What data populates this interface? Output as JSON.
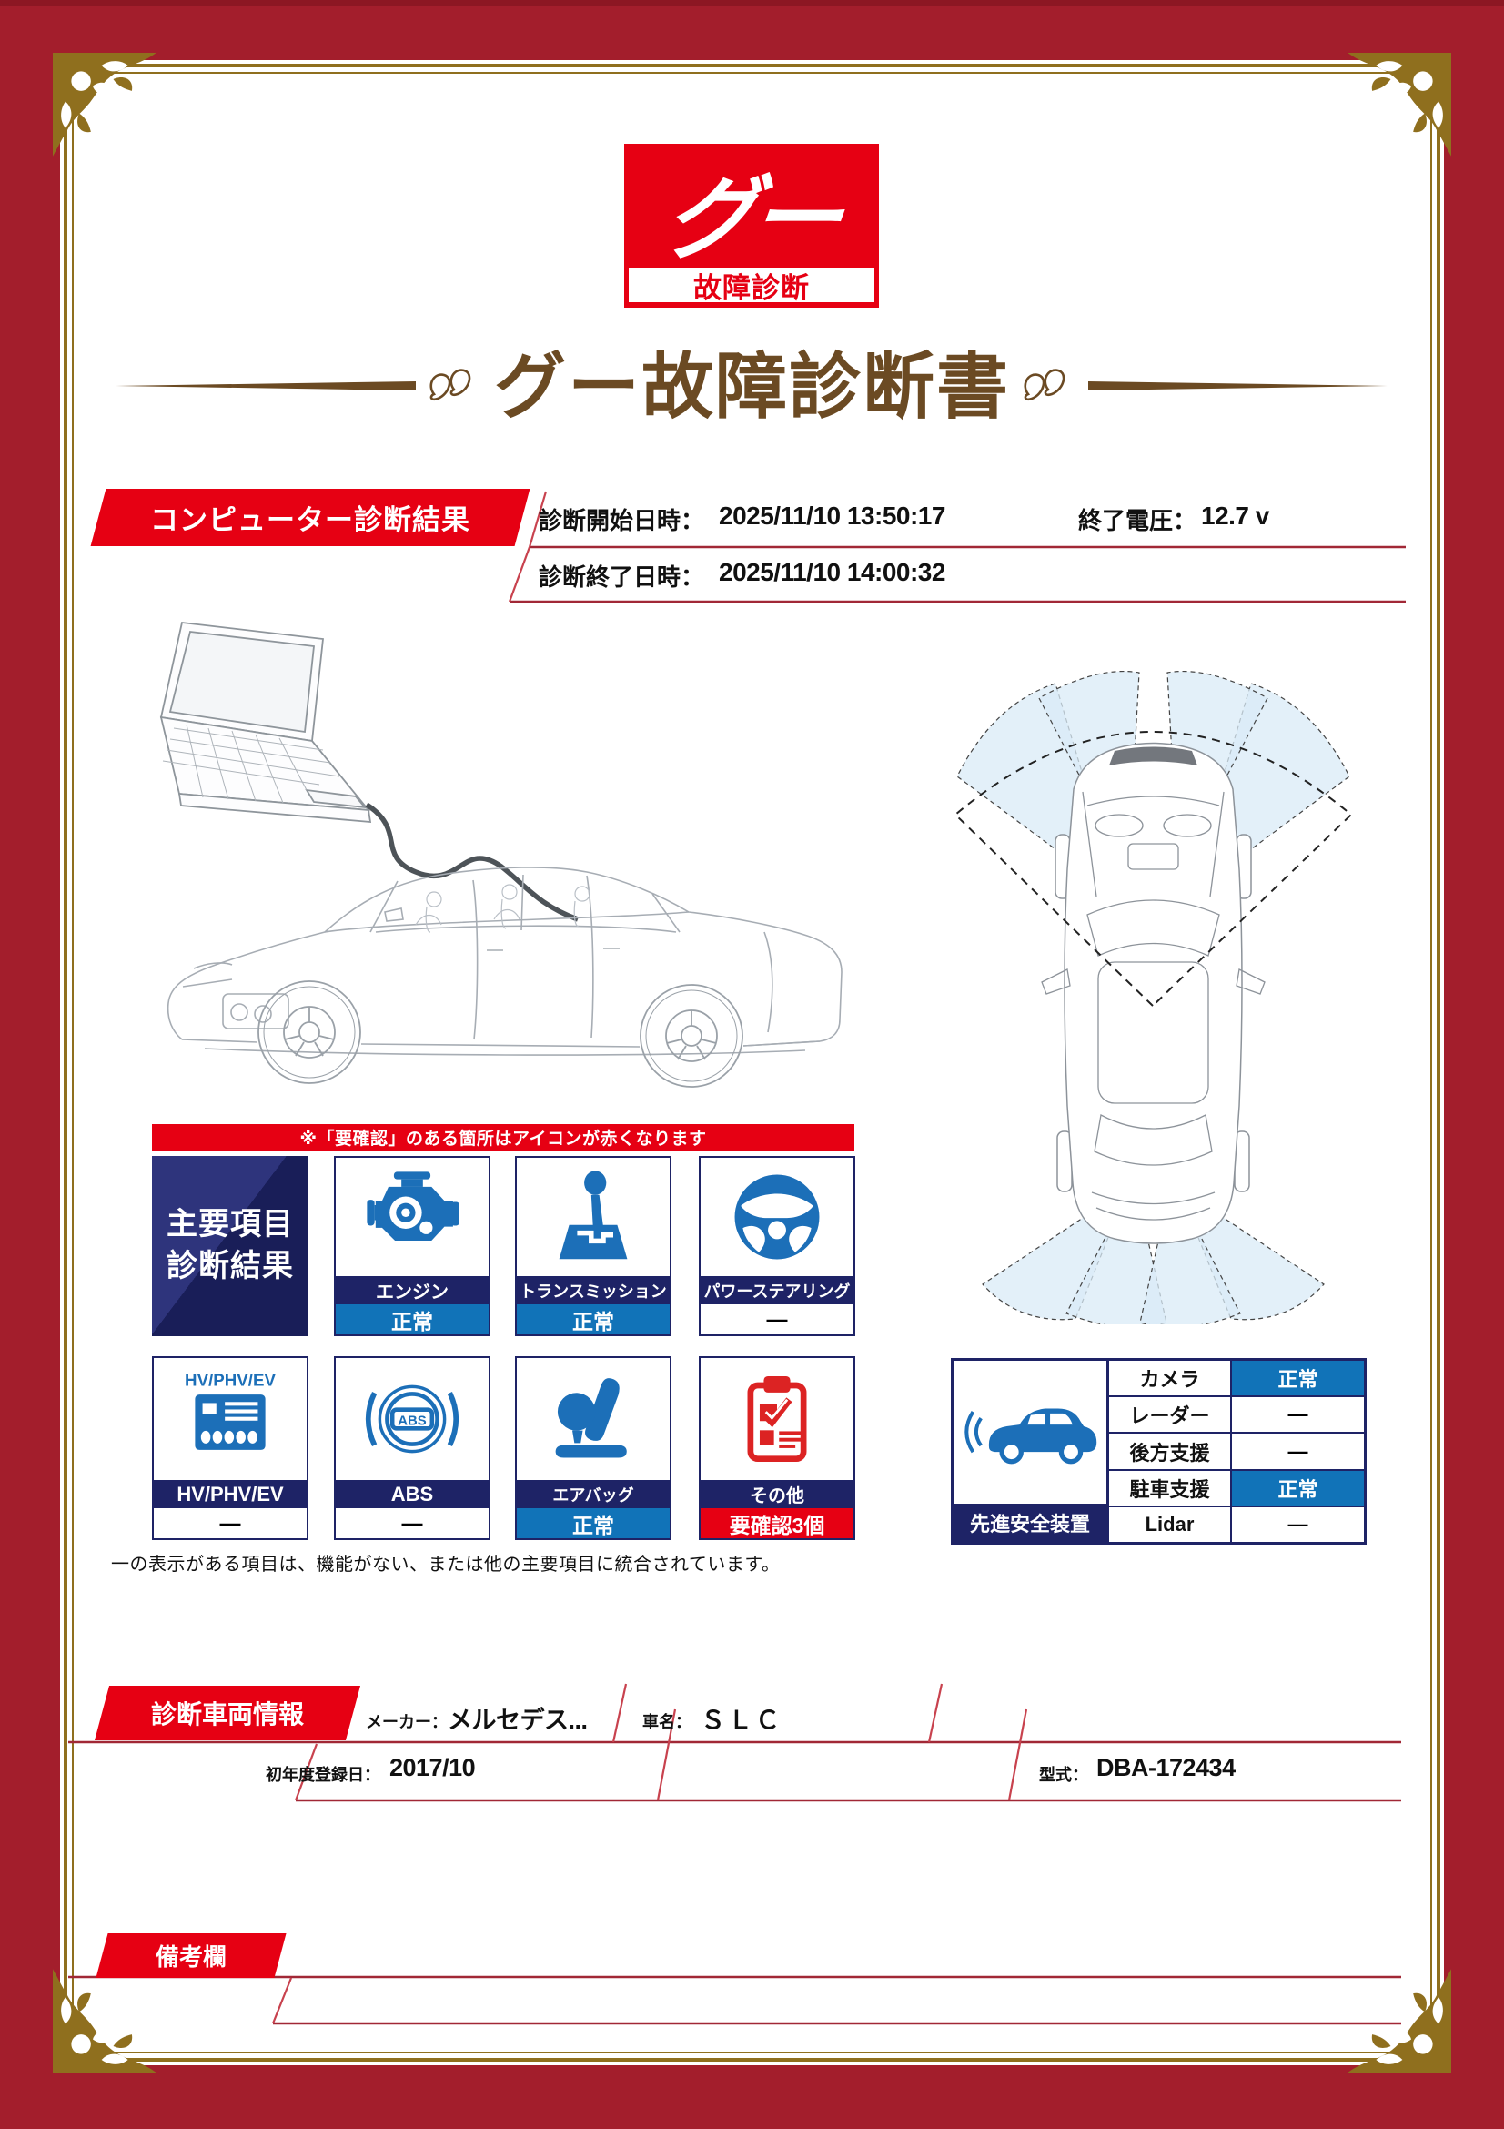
{
  "logo": {
    "mark": "グー",
    "caption": "故障診断"
  },
  "title": {
    "text": "グー故障診断書"
  },
  "diagnosis": {
    "section_label": "コンピューター診断結果",
    "start_label": "診断開始日時：",
    "start_value": "2025/11/10 13:50:17",
    "voltage_label": "終了電圧：",
    "voltage_value": "12.7 v",
    "end_label": "診断終了日時：",
    "end_value": "2025/11/10 14:00:32"
  },
  "notice": {
    "text": "※「要確認」のある箇所はアイコンが赤くなります"
  },
  "main_results": {
    "label_line1": "主要項目",
    "label_line2": "診断結果",
    "items": [
      {
        "name": "エンジン",
        "status": "正常",
        "status_type": "ok",
        "icon": "engine-icon"
      },
      {
        "name": "トランスミッション",
        "status": "正常",
        "status_type": "ok",
        "icon": "transmission-icon"
      },
      {
        "name": "パワーステアリング",
        "status": "―",
        "status_type": "none",
        "icon": "steering-icon"
      },
      {
        "name": "HV/PHV/EV",
        "status": "―",
        "status_type": "none",
        "icon": "hv-phv-ev-icon"
      },
      {
        "name": "ABS",
        "status": "―",
        "status_type": "none",
        "icon": "abs-icon"
      },
      {
        "name": "エアバッグ",
        "status": "正常",
        "status_type": "ok",
        "icon": "airbag-icon"
      },
      {
        "name": "その他",
        "status": "要確認3個",
        "status_type": "warning",
        "icon": "clipboard-check-icon"
      }
    ],
    "footnote": "一の表示がある項目は、機能がない、または他の主要項目に統合されています。"
  },
  "safety": {
    "label": "先進安全装置",
    "rows": [
      {
        "name": "カメラ",
        "status": "正常",
        "status_type": "ok"
      },
      {
        "name": "レーダー",
        "status": "―",
        "status_type": "none"
      },
      {
        "name": "後方支援",
        "status": "―",
        "status_type": "none"
      },
      {
        "name": "駐車支援",
        "status": "正常",
        "status_type": "ok"
      },
      {
        "name": "Lidar",
        "status": "―",
        "status_type": "none"
      }
    ]
  },
  "vehicle": {
    "section_label": "診断車両情報",
    "maker_label": "メーカー：",
    "maker_value": "メルセデス...",
    "name_label": "車名：",
    "name_value": "ＳＬＣ",
    "reg_label": "初年度登録日：",
    "reg_value": "2017/10",
    "model_label": "型式：",
    "model_value": "DBA-172434"
  },
  "remarks": {
    "section_label": "備考欄"
  },
  "colors": {
    "frame_red": "#A31E2C",
    "accent_red": "#E60013",
    "gold": "#8F6F1E",
    "navy": "#1E2366",
    "status_blue": "#1173B8",
    "icon_blue": "#1C6FB8",
    "title_brown": "#6B4A23",
    "sensor_blue": "#D9EBF7"
  }
}
